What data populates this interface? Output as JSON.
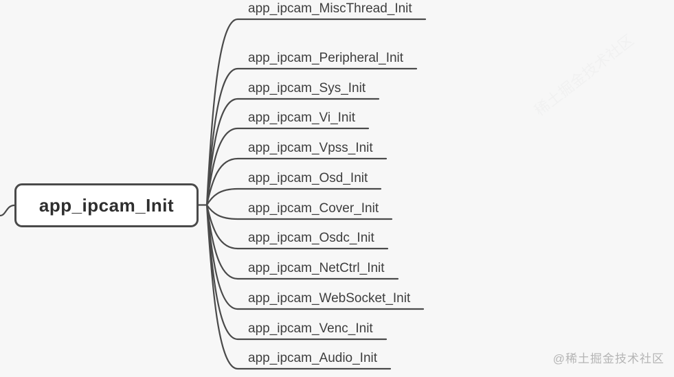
{
  "root": {
    "label": "app_ipcam_Init"
  },
  "children": [
    {
      "label": "app_ipcam_Peripheral_Init"
    },
    {
      "label": "app_ipcam_Sys_Init"
    },
    {
      "label": "app_ipcam_Vi_Init"
    },
    {
      "label": "app_ipcam_Vpss_Init"
    },
    {
      "label": "app_ipcam_Osd_Init"
    },
    {
      "label": "app_ipcam_Cover_Init"
    },
    {
      "label": "app_ipcam_Osdc_Init"
    },
    {
      "label": "app_ipcam_NetCtrl_Init"
    },
    {
      "label": "app_ipcam_WebSocket_Init"
    },
    {
      "label": "app_ipcam_Venc_Init"
    },
    {
      "label": "app_ipcam_Audio_Init"
    },
    {
      "label": "app_ipcam_MiscThread_Init"
    }
  ],
  "watermark": {
    "text": "@稀土掘金技术社区"
  },
  "faint_watermark": {
    "text": "稀土掘金技术社区"
  },
  "colors": {
    "background": "#f7f7f7",
    "line": "#4a4a4a",
    "root_text": "#2e2e2e",
    "child_text": "#3e3e3e",
    "node_fill": "#ffffff",
    "watermark": "#b5b5b5"
  }
}
